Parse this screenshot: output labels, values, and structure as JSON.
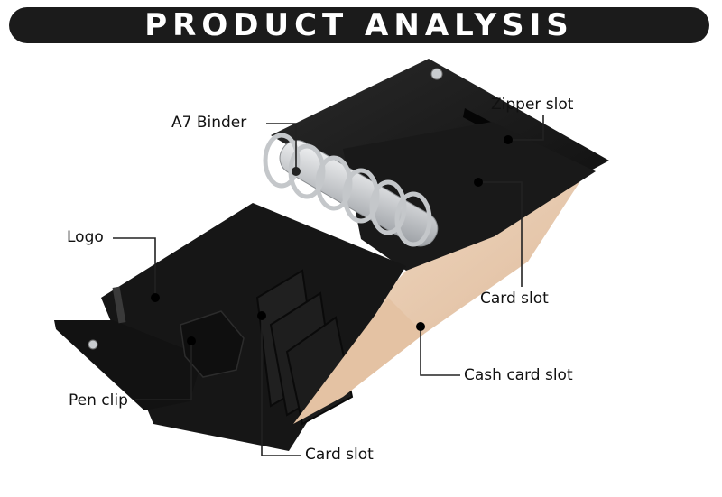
{
  "banner": {
    "title": "PRODUCT ANALYSIS"
  },
  "labels": {
    "a7_binder": "A7 Binder",
    "zipper_slot": "Zipper slot",
    "logo": "Logo",
    "card_slot_right": "Card slot",
    "pen_clip": "Pen clip",
    "cash_card_slot": "Cash card slot",
    "card_slot_bottom": "Card slot"
  },
  "colors": {
    "leather": "#141414",
    "lining": "#e9c9ab",
    "metal": "#cfd2d6",
    "banner": "#1b1b1b",
    "callout_line": "#222222"
  }
}
